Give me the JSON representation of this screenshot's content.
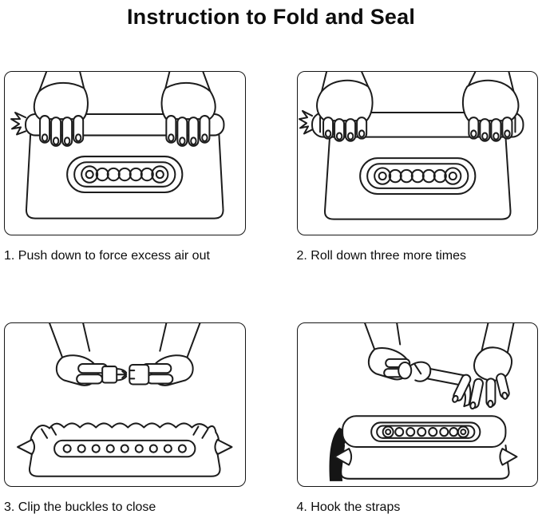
{
  "title": "Instruction to Fold and Seal",
  "steps": [
    {
      "caption": "1. Push down to force excess air out",
      "illustration": "hands-pressing-rolled-dry-bag"
    },
    {
      "caption": "2. Roll down three more times",
      "illustration": "hands-rolling-dry-bag-top"
    },
    {
      "caption": "3. Clip the buckles to close",
      "illustration": "hands-clipping-buckles-together"
    },
    {
      "caption": "4. Hook the straps",
      "illustration": "hands-hooking-strap-clip"
    }
  ],
  "colors": {
    "ink": "#1c1c1c",
    "background": "#ffffff"
  }
}
